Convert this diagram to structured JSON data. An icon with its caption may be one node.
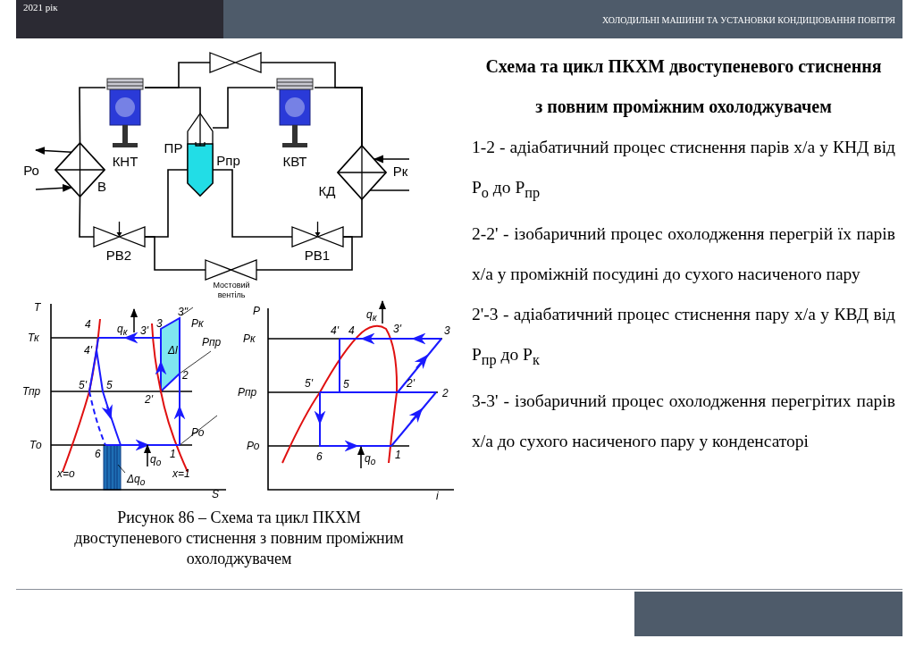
{
  "diagram": {
    "title": "Схема та цикл ПКХМ двоступеневого стиснення з повним проміжним охолоджувачем",
    "caption": "Рисунок 86 – Схема та цикл ПКХМ двоступеневого стиснення з повним проміжним охолоджувачем",
    "nodes": [
      {
        "text": [],
        "shape": "valve"
      },
      {
        "text": [
          "КНТ"
        ]
      },
      {
        "text": [
          "ПР",
          "Рпр"
        ]
      },
      {
        "text": [
          "КВТ"
        ]
      },
      {
        "text": [
          "В"
        ],
        "beside": [
          "Ро"
        ]
      },
      {
        "text": [
          "КД"
        ],
        "beside": [
          "Рк"
        ]
      },
      {
        "text": [
          "РВ2"
        ]
      },
      {
        "text": [
          "РВ1"
        ]
      },
      {
        "text": [
          "Мостовий вентіль"
        ]
      }
    ],
    "edges": [
      {
        "from": 4,
        "to": 1,
        "arrow": "none"
      },
      {
        "from": 1,
        "to": 2,
        "arrow": "none"
      },
      {
        "from": 1,
        "to": 0,
        "arrow": "none"
      },
      {
        "from": 0,
        "to": 5,
        "arrow": "none"
      },
      {
        "from": 2,
        "to": 3,
        "arrow": "none"
      },
      {
        "from": 3,
        "to": 5,
        "arrow": "none"
      },
      {
        "from": 5,
        "to": 7,
        "arrow": "none"
      },
      {
        "from": 7,
        "to": 2,
        "arrow": "none"
      },
      {
        "from": 2,
        "to": 6,
        "arrow": "none"
      },
      {
        "from": 6,
        "to": 4,
        "arrow": "none"
      },
      {
        "from": 6,
        "to": 8,
        "arrow": "none"
      },
      {
        "from": 8,
        "to": 7,
        "arrow": "none"
      },
      {
        "from": 4,
        "to": null,
        "arrow": "to"
      },
      {
        "from": null,
        "to": 4,
        "arrow": "to"
      },
      {
        "from": null,
        "to": 5,
        "arrow": "to"
      },
      {
        "from": 5,
        "to": null,
        "arrow": "none"
      }
    ],
    "labels": [
      "2021 рік",
      "ХОЛОДИЛЬНІ МАШИНИ ТА УСТАНОВКИ КОНДИЦІОВАННЯ ПОВІТРЯ",
      "T",
      "4",
      "q$_{к}$",
      "3",
      "3\"",
      "Рк",
      "Тк",
      "3'",
      "4'",
      "Δl",
      "Рпр",
      "2",
      "Тпр",
      "5'",
      "5",
      "2'",
      "Ро",
      "То",
      "6",
      "q$_{о}$",
      "1",
      "x=o",
      "Δq$_{о}$",
      "x=1",
      "S",
      "P",
      "q$_{к}$",
      "Рк",
      "4'",
      "4",
      "3'",
      "3",
      "Рпр",
      "5'",
      "5",
      "2'",
      "2",
      "Ро",
      "6",
      "q$_{о}$",
      "1",
      "i",
      "1-2 - адіабатичний процес стиснення парів х/а у КНД від Р$_{о}$ до Р$_{пр}$",
      "2-2' - ізобаричний процес охолодження перегрій їх парів х/а у проміжній посудині до сухого насиченого пару",
      "2'-3 - адіабатичний процес стиснення пару х/а у КВД від Р$_{пр}$ до Р$_{к}$",
      "3-3' - ізобаричний процес охолодження перегрітих парів х/а до сухого насиченого пару у конденсаторі"
    ]
  }
}
